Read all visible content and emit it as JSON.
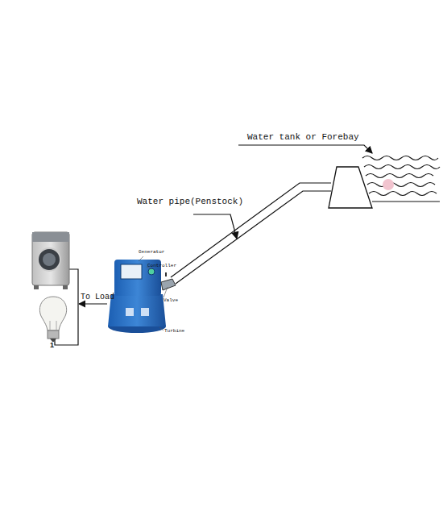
{
  "diagram": {
    "labels": [
      "Water tank or Forebay",
      "Water pipe(Penstock)",
      "To Load",
      "Generator",
      "Controller",
      "Valve",
      "Turbine",
      "1"
    ]
  }
}
